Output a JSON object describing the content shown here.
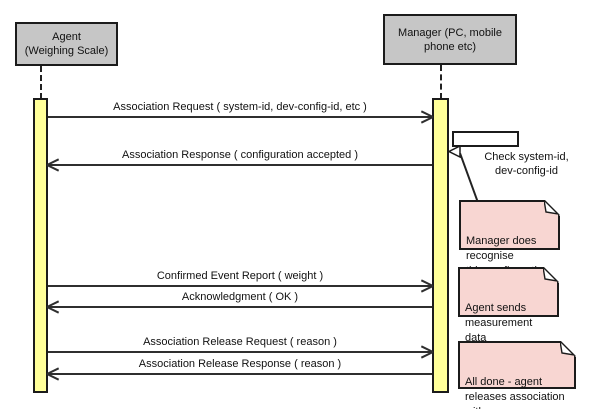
{
  "colors": {
    "actor_fill": "#c6c6c6",
    "activation_fill": "#ffff99",
    "note_fill": "#f8d6d2",
    "line": "#2f2f2f"
  },
  "actors": {
    "agent": {
      "label": "Agent\n(Weighing Scale)"
    },
    "manager": {
      "label": "Manager (PC, mobile\nphone etc)"
    }
  },
  "messages": [
    {
      "from": "agent",
      "to": "manager",
      "label": "Association Request ( system-id, dev-config-id, etc )"
    },
    {
      "from": "manager",
      "to": "agent",
      "label": "Association Response ( configuration accepted )"
    },
    {
      "from": "agent",
      "to": "manager",
      "label": "Confirmed Event Report ( weight )"
    },
    {
      "from": "manager",
      "to": "agent",
      "label": "Acknowledgment ( OK )"
    },
    {
      "from": "agent",
      "to": "manager",
      "label": "Association Release Request ( reason )"
    },
    {
      "from": "manager",
      "to": "agent",
      "label": "Association Release Response ( reason )"
    }
  ],
  "self_message": {
    "on": "manager",
    "label": "Check system-id,\ndev-config-id"
  },
  "notes": [
    {
      "label": "Manager does\nrecognise\nthis configuration"
    },
    {
      "label": "Agent sends\nmeasurement\ndata"
    },
    {
      "label": "All done - agent\nreleases association\nwith manager"
    }
  ]
}
